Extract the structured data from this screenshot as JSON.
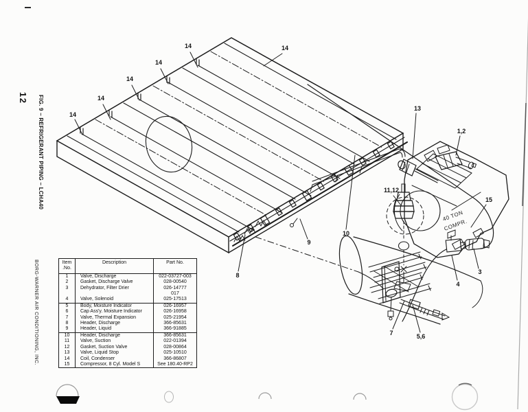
{
  "page": {
    "page_number": "12",
    "figure_title": "FIG. 9 – REFRIGERANT PIPING – LCHA40",
    "company": "BORG-WARNER AIR CONDITIONING, INC."
  },
  "diagram": {
    "compressor_label_line1": "40 TON",
    "compressor_label_line2": "COMPR.",
    "callouts": [
      "14",
      "14",
      "14",
      "14",
      "14",
      "14",
      "13",
      "1,2",
      "11,12",
      "15",
      "10",
      "9",
      "8",
      "7",
      "5,6",
      "4",
      "3"
    ]
  },
  "parts_table": {
    "headers": [
      "Item\n.No.",
      "Description",
      "Part No."
    ],
    "rows": [
      {
        "item": "1",
        "description": "Valve, Discharge",
        "part": "022-03727-003"
      },
      {
        "item": "2",
        "description": "Gasket, Discharge Valve",
        "part": "028-00540"
      },
      {
        "item": "3",
        "description": "Dehydrator, Filter Drier",
        "part": "026-14777\n017"
      },
      {
        "item": "4",
        "description": "Valve, Solenoid",
        "part": "025-17513"
      },
      {
        "item": "5",
        "description": "Body, Moisture Indicator",
        "part": "026-16957"
      },
      {
        "item": "6",
        "description": "Cap Ass'y. Moisture Indicator",
        "part": "026-16958"
      },
      {
        "item": "7",
        "description": "Valve, Thermal Expansion",
        "part": "025-21954"
      },
      {
        "item": "8",
        "description": "Header, Discharge",
        "part": "366-85631"
      },
      {
        "item": "9",
        "description": "Header, Liquid",
        "part": "366-91885"
      },
      {
        "item": "10",
        "description": "Header, Discharge",
        "part": "366-85631"
      },
      {
        "item": "11",
        "description": "Valve, Suction",
        "part": "022-01394"
      },
      {
        "item": "12",
        "description": "Gasket, Suction Valve",
        "part": "028-00864"
      },
      {
        "item": "13",
        "description": "Valve, Liquid Stop",
        "part": "025-10510"
      },
      {
        "item": "14",
        "description": "Coil, Condenser",
        "part": "366-86807"
      },
      {
        "item": "15",
        "description": "Compressor, 8 Cyl. Model S",
        "part": "See 180.40-RP2"
      }
    ],
    "section_breaks_after_items": [
      "4",
      "9"
    ]
  }
}
